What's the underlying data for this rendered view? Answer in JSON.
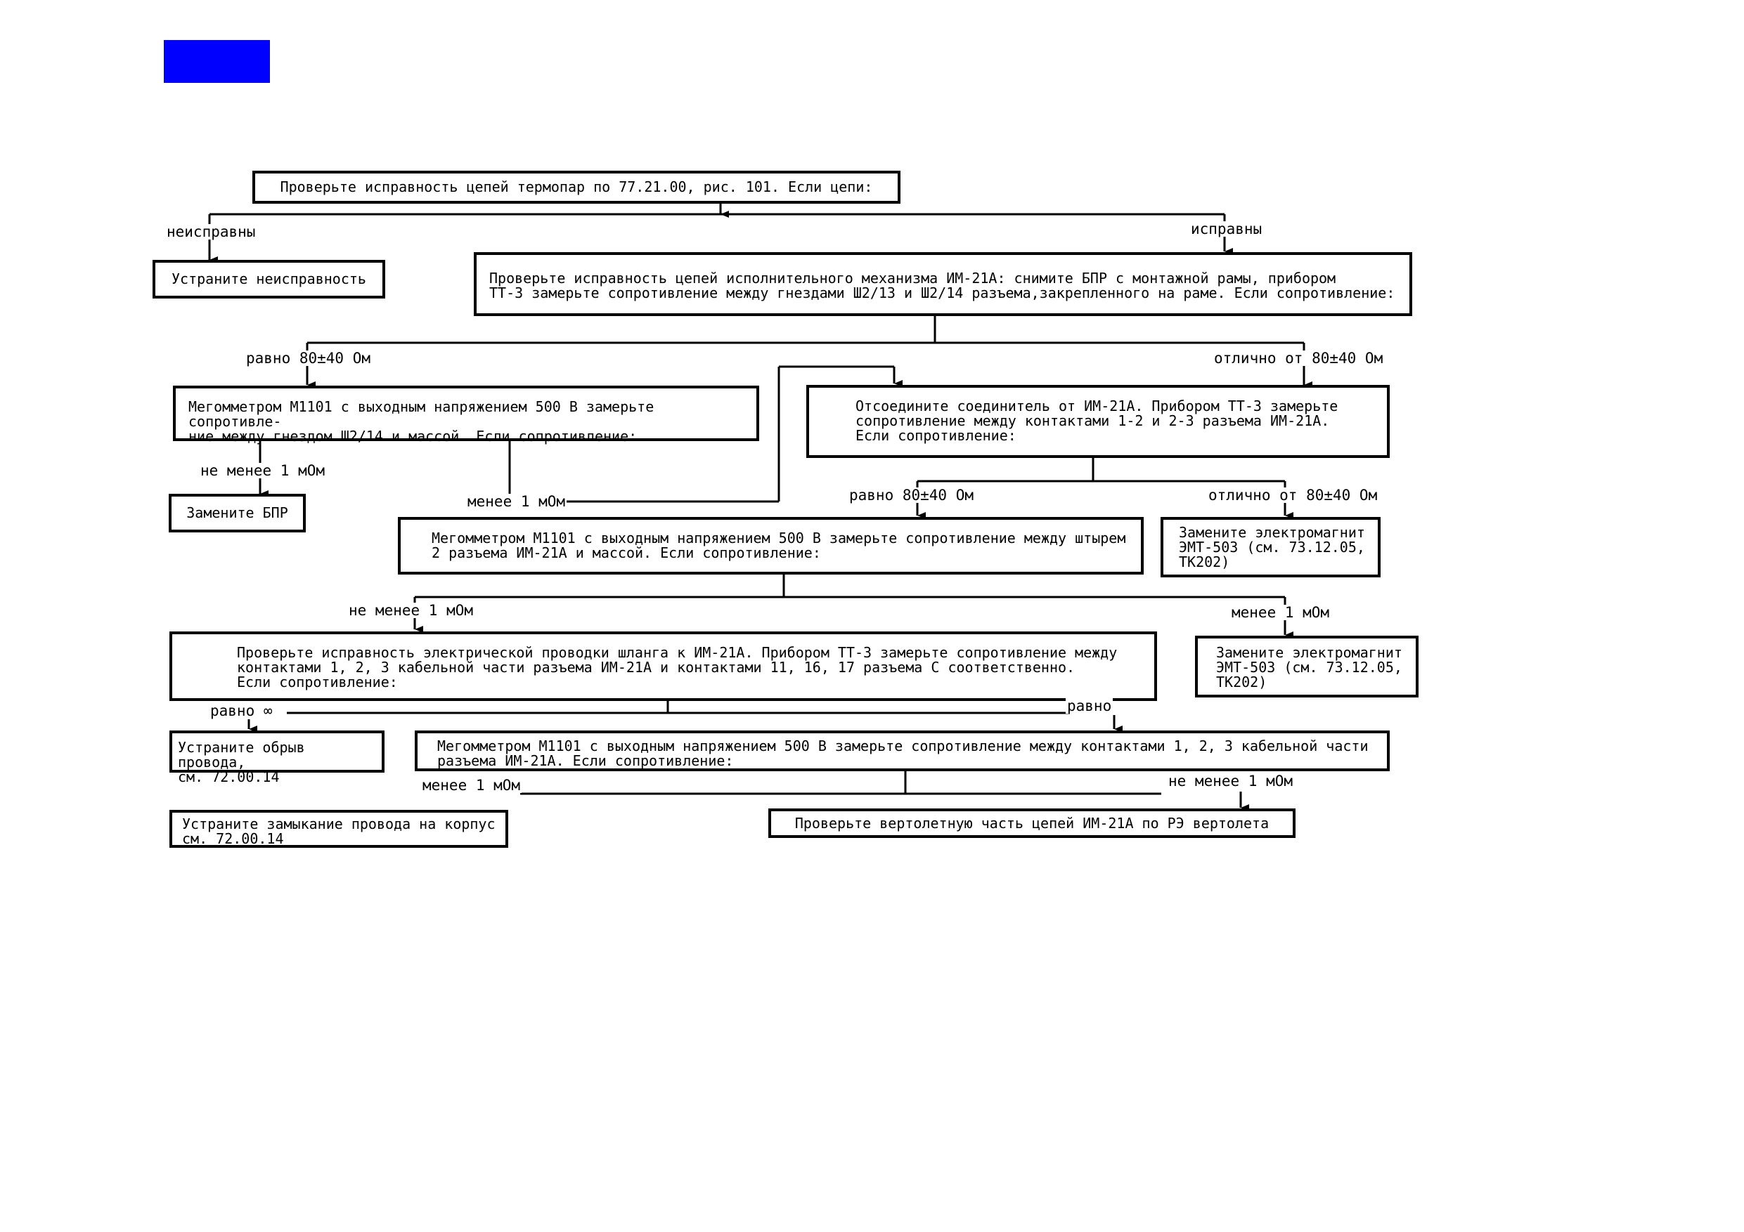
{
  "colors": {
    "ink": "#000000",
    "corner_mark": "#0000ff",
    "background": "#ffffff"
  },
  "boxes": {
    "b1": "Проверьте исправность цепей термопар по 77.21.00, рис. 101. Если цепи:",
    "b2": "Устраните неисправность",
    "b3": "Проверьте исправность цепей исполнительного механизма ИМ-21А: снимите БПР с монтажной рамы, прибором\nТТ-3 замерьте сопротивление между гнездами Ш2/13 и Ш2/14 разъема,закрепленного на раме. Если сопротивление:",
    "b4": "Мегомметром М1101 с выходным напряжением 500 В замерьте сопротивле-\nние между гнездом Ш2/14 и массой. Если сопротивление:",
    "b5": "Отсоедините соединитель от ИМ-21А. Прибором ТТ-3 замерьте\nсопротивление между контактами 1-2 и 2-3 разъема ИМ-21А.\nЕсли сопротивление:",
    "b6": "Замените БПР",
    "b7": "Мегомметром М1101 с выходным напряжением 500 В замерьте сопротивление между штырем\n2 разъема ИМ-21А и массой. Если сопротивление:",
    "b8": "Замените электромагнит\nЭМТ-503 (см. 73.12.05,\nТК202)",
    "b9": "Проверьте исправность электрической проводки шланга к ИМ-21А. Прибором ТТ-3 замерьте сопротивление между\nконтактами 1, 2, 3 кабельной части разъема ИМ-21А и контактами 11, 16, 17 разъема С соответственно.\nЕсли сопротивление:",
    "b10": "Замените электромагнит\nЭМТ-503 (см. 73.12.05,\nТК202)",
    "b11": "Устраните обрыв провода,\nсм. 72.00.14",
    "b12": "Мегомметром М1101 с выходным напряжением 500 В замерьте сопротивление между контактами 1, 2, 3 кабельной части\nразъема ИМ-21А. Если сопротивление:",
    "b13": "Устраните замыкание провода на корпус\nсм. 72.00.14",
    "b14": "Проверьте вертолетную часть цепей ИМ-21А по РЭ вертолета"
  },
  "labels": {
    "l_faulty": "неисправны",
    "l_ok": "исправны",
    "l_eq1": "равно 80±40 Ом",
    "l_diff1": "отлично от 80±40 Ом",
    "l_gte1": "не менее 1 мОм",
    "l_lt1": "менее 1 мОм",
    "l_eq2": "равно 80±40 Ом",
    "l_diff2": "отлично от 80±40 Ом",
    "l_gte2": "не менее 1 мОм",
    "l_lt2": "менее 1 мОм",
    "l_inf": "равно ∞",
    "l_zero": "равно",
    "l_lt3": "менее 1 мОм",
    "l_gte3": "не менее 1 мОм"
  }
}
